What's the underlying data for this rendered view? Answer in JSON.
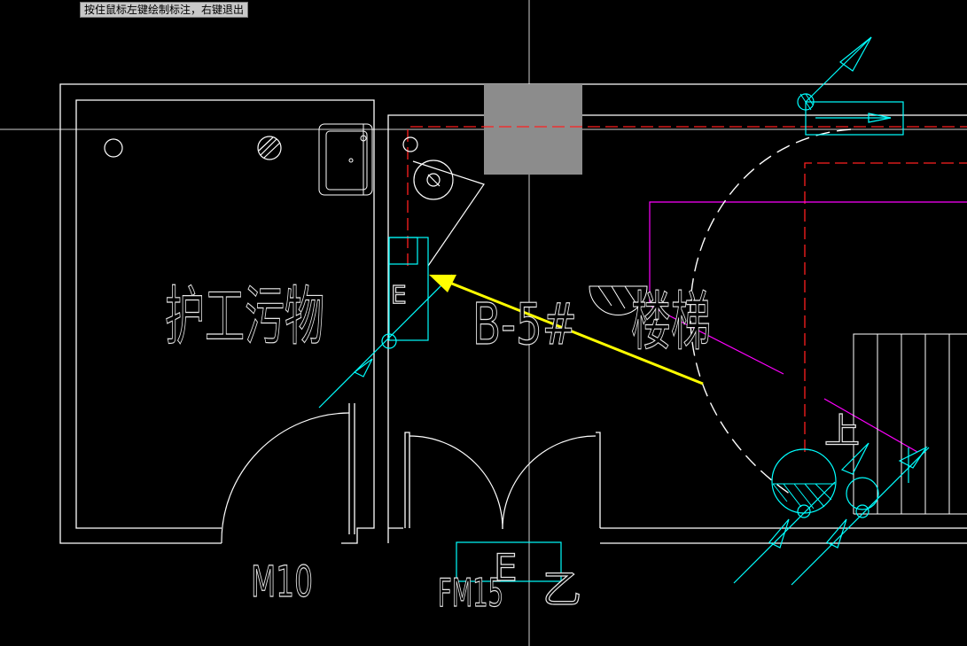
{
  "status": {
    "prompt": "按住鼠标左键绘制标注，右键退出"
  },
  "drawing": {
    "room_label_left": "护工污物",
    "room_label_center": "B-5#",
    "room_label_stair": "楼梯",
    "door_m10": "M10",
    "door_fm15": "FM15",
    "door_fm15_suffix": "乙",
    "equipment_e_bottom": "E",
    "equipment_e_left": "E",
    "stair_up": "上"
  },
  "colors": {
    "background": "#000000",
    "wall": "#ffffff",
    "cyan": "#00ffff",
    "red_dash": "#ff2020",
    "magenta": "#ff00ff",
    "arrow": "#ffff00",
    "column": "#8c8c8c"
  }
}
